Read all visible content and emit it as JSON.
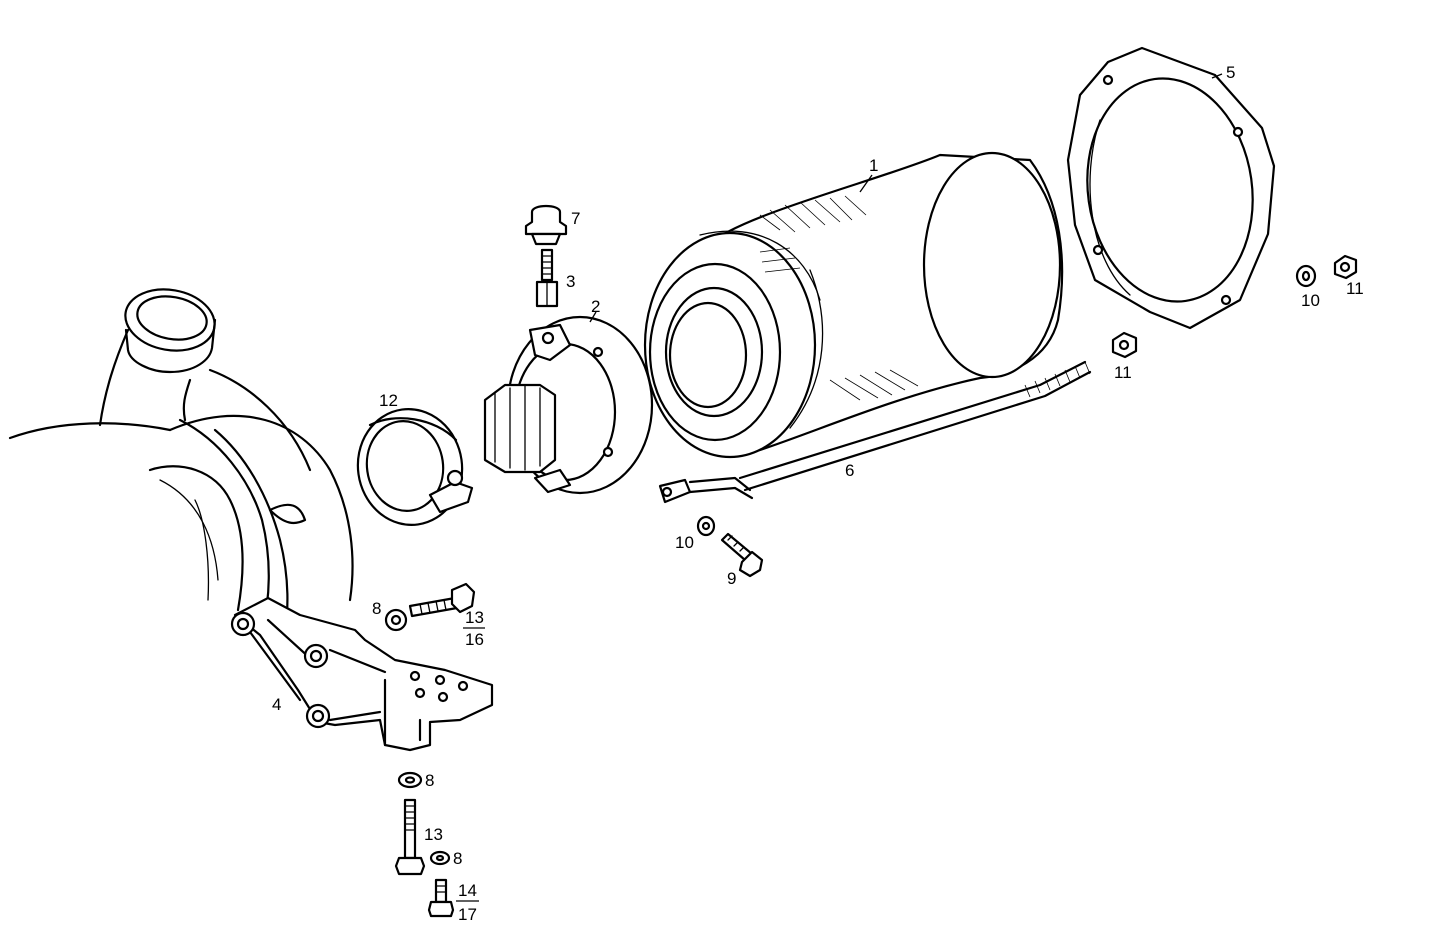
{
  "callouts": {
    "c1": "1",
    "c2": "2",
    "c3": "3",
    "c4": "4",
    "c5": "5",
    "c6": "6",
    "c7": "7",
    "c8a": "8",
    "c8b": "8",
    "c8c": "8",
    "c9": "9",
    "c10a": "10",
    "c10b": "10",
    "c11a": "11",
    "c11b": "11",
    "c12": "12",
    "c13a_num": "13",
    "c13a_den": "16",
    "c13b": "13",
    "c14_num": "14",
    "c14_den": "17"
  },
  "colors": {
    "line": "#000000",
    "background": "#ffffff"
  }
}
